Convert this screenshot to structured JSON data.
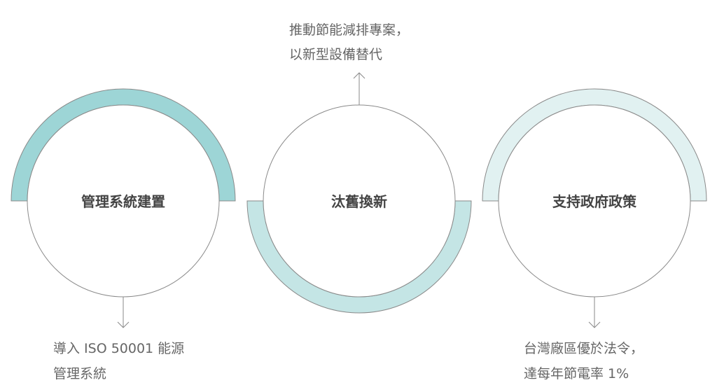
{
  "colors": {
    "ring_1": "#9dd5d6",
    "ring_2": "#c4e5e5",
    "ring_3": "#e1f1f1",
    "stroke": "#8a8a8a"
  },
  "steps": [
    {
      "title": "管理系統建置",
      "note": [
        "導入 ISO 50001 能源",
        "管理系統"
      ],
      "arrow": "arrow-down-icon"
    },
    {
      "title": "汰舊換新",
      "note": [
        "推動節能減排專案，",
        "以新型設備替代"
      ],
      "arrow": "arrow-up-icon"
    },
    {
      "title": "支持政府政策",
      "note": [
        "台灣廠區優於法令，",
        "達每年節電率 1%"
      ],
      "arrow": "arrow-down-icon"
    }
  ]
}
